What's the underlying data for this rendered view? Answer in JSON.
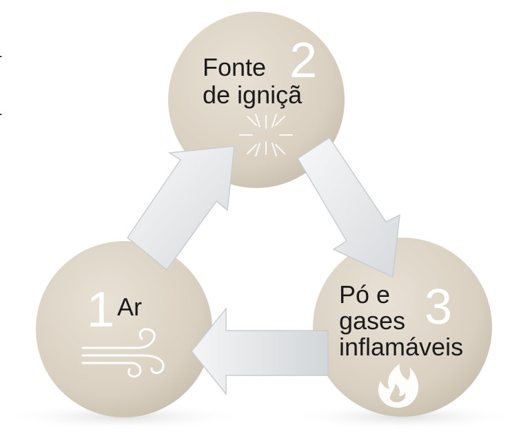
{
  "nodes": [
    {
      "number": "1",
      "lines": [
        "Ar"
      ],
      "icon": "wind-icon"
    },
    {
      "number": "2",
      "lines": [
        "Fonte",
        "de igniçã"
      ],
      "icon": "spark-burst-icon"
    },
    {
      "number": "3",
      "lines": [
        "Pó e",
        "gases",
        "inflamáveis"
      ],
      "icon": "flame-icon"
    }
  ],
  "edge_marks": [
    "-",
    "-"
  ],
  "colors": {
    "circle": "#dcd3c5",
    "arrow": "#eceef0",
    "text": "#1a1a1a",
    "numeral": "#ffffff"
  }
}
